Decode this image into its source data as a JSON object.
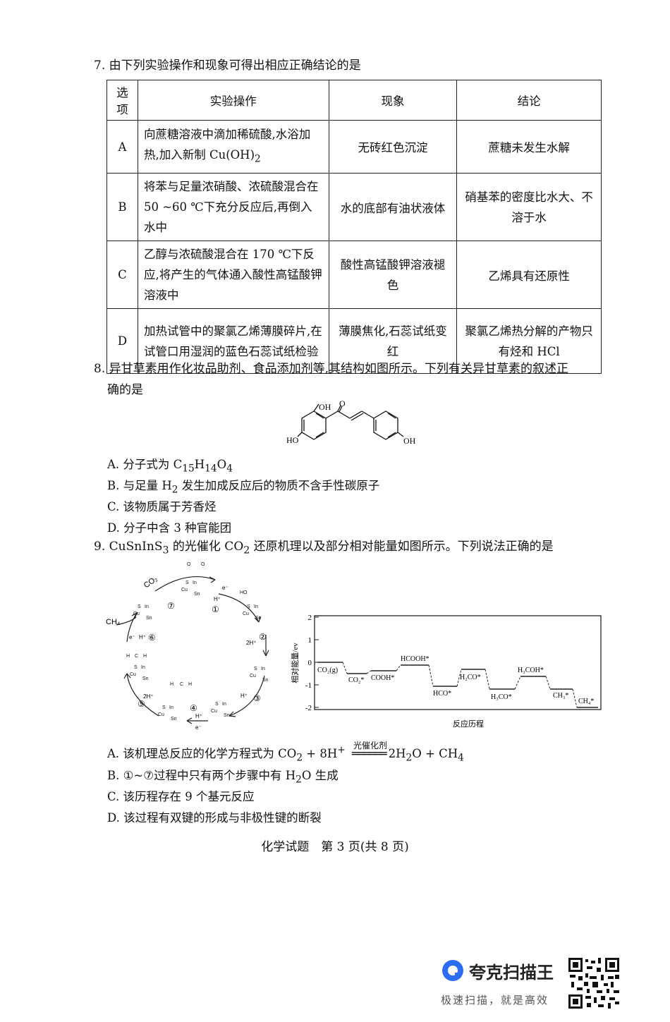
{
  "q7": {
    "stem": "7. 由下列实验操作和现象可得出相应正确结论的是",
    "headers": [
      "选项",
      "实验操作",
      "现象",
      "结论"
    ],
    "rows": [
      {
        "option": "A",
        "operation_html": "向蔗糖溶液中滴加稀硫酸,水浴加热,加入新制 Cu(OH)<sub>2</sub>",
        "phenomenon": "无砖红色沉淀",
        "conclusion": "蔗糖未发生水解"
      },
      {
        "option": "B",
        "operation_html": "将苯与足量浓硝酸、浓硫酸混合在 50 ~60 ℃下充分反应后,再倒入水中",
        "phenomenon": "水的底部有油状液体",
        "conclusion": "硝基苯的密度比水大、不溶于水"
      },
      {
        "option": "C",
        "operation_html": "乙醇与浓硫酸混合在 170 ℃下反应,将产生的气体通入酸性高锰酸钾溶液中",
        "phenomenon": "酸性高锰酸钾溶液褪色",
        "conclusion": "乙烯具有还原性"
      },
      {
        "option": "D",
        "operation_html": "加热试管中的聚氯乙烯薄膜碎片,在试管口用湿润的蓝色石蕊试纸检验",
        "phenomenon": "薄膜焦化,石蕊试纸变红",
        "conclusion": "聚氯乙烯热分解的产物只有烃和 HCl"
      }
    ]
  },
  "q8": {
    "stem_line1": "8. 异甘草素用作化妆品助剂、食品添加剂等,其结构如图所示。下列有关异甘草素的叙述正",
    "stem_line2": "确的是",
    "structure_labels": {
      "oh_top": "OH",
      "o_top": "O",
      "ho_left": "HO",
      "oh_right": "OH"
    },
    "options_html": [
      "A. 分子式为 C<sub>15</sub>H<sub>14</sub>O<sub>4</sub>",
      "B. 与足量 H<sub>2</sub> 发生加成反应后的物质不含手性碳原子",
      "C. 该物质属于芳香烃",
      "D. 分子中含 3 种官能团"
    ]
  },
  "q9": {
    "stem_html": "9. CuSnInS<sub>3</sub> 的光催化 CO<sub>2</sub> 还原机理以及部分相对能量如图所示。下列说法正确的是",
    "cycle_labels": {
      "co2": "CO₂",
      "ch4": "CH₄",
      "s1": "①",
      "s2": "②",
      "s3": "③",
      "s4": "④",
      "s5": "⑤",
      "s6": "⑥",
      "s7": "⑦",
      "e": "e⁻",
      "hplus": "H⁺",
      "two_h": "2H⁺",
      "cu": "Cu",
      "s": "S",
      "sn": "Sn",
      "in": "In",
      "o": "O",
      "h": "H",
      "c": "C",
      "ho": "HO"
    },
    "energy_diagram": {
      "ylabel": "相对能量/ev",
      "xlabel": "反应历程",
      "yticks": [
        "2",
        "1",
        "0",
        "-1",
        "-2"
      ],
      "species": [
        "CO₂(g)",
        "CO₂*",
        "COOH*",
        "HCOOH*",
        "HCO*",
        "H₂CO*",
        "H₃CO*",
        "H₃COH*",
        "CH₃*",
        "CH₄*"
      ]
    },
    "options_html": [
      "A. 该机理总反应的化学方程式为 CO<sub>2</sub> + 8H<sup>+</sup> <span class=\"eqn\"><span class=\"eq-top\">光催化剂</span>══════</span>2H<sub>2</sub>O + CH<sub>4</sub>",
      "B. ①~⑦过程中只有两个步骤中有 H<sub>2</sub>O 生成",
      "C. 该历程存在 9 个基元反应",
      "D. 该过程有双键的形成与非极性键的断裂"
    ]
  },
  "footer": "化学试题　第 3 页(共 8 页)",
  "scanner": {
    "name": "夸克扫描王",
    "tagline": "极速扫描，就是高效"
  }
}
